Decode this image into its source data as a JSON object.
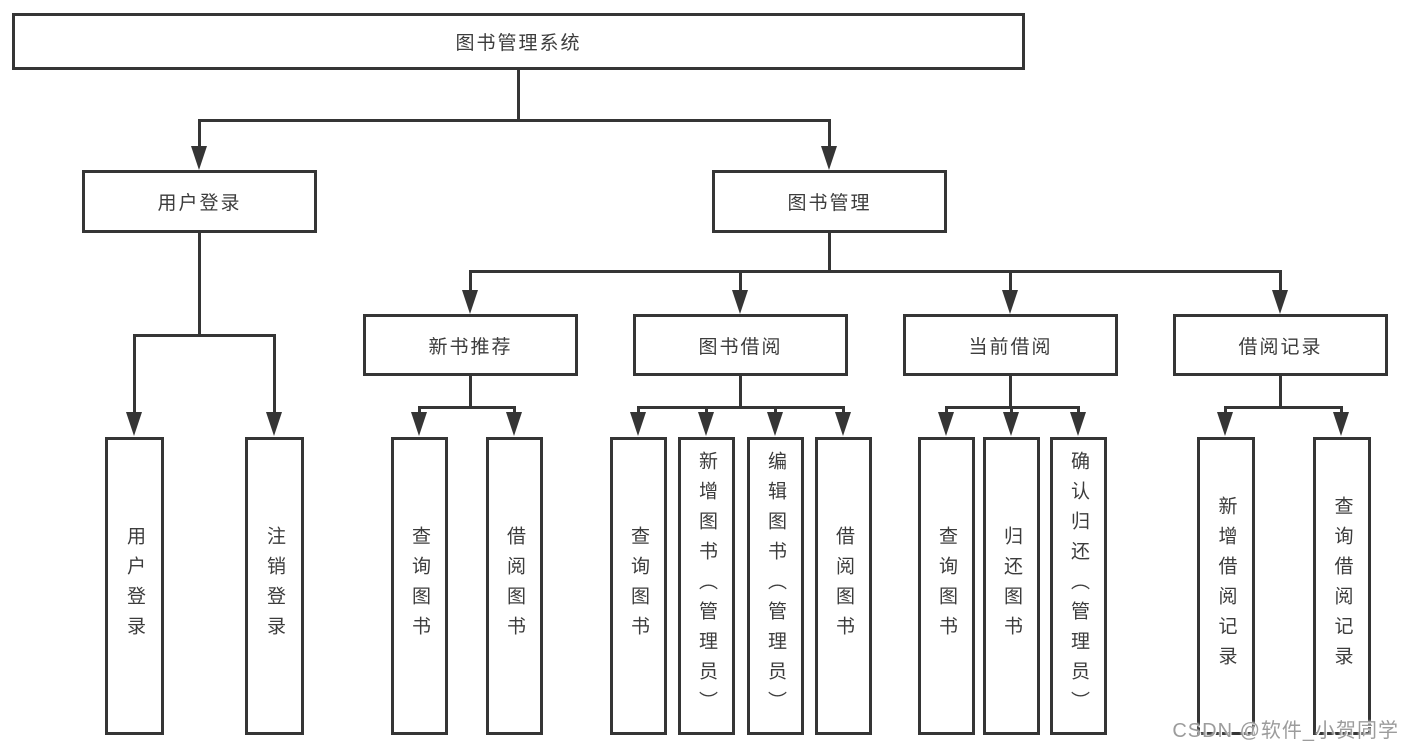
{
  "diagram": {
    "root": {
      "label": "图书管理系统"
    },
    "branches": [
      {
        "label": "用户登录",
        "children": [
          {
            "label": "用户登录"
          },
          {
            "label": "注销登录"
          }
        ]
      },
      {
        "label": "图书管理",
        "children": [
          {
            "label": "新书推荐",
            "children": [
              {
                "label": "查询图书"
              },
              {
                "label": "借阅图书"
              }
            ]
          },
          {
            "label": "图书借阅",
            "children": [
              {
                "label": "查询图书"
              },
              {
                "label": "新增图书（管理员）"
              },
              {
                "label": "编辑图书（管理员）"
              },
              {
                "label": "借阅图书"
              }
            ]
          },
          {
            "label": "当前借阅",
            "children": [
              {
                "label": "查询图书"
              },
              {
                "label": "归还图书"
              },
              {
                "label": "确认归还（管理员）"
              }
            ]
          },
          {
            "label": "借阅记录",
            "children": [
              {
                "label": "新增借阅记录"
              },
              {
                "label": "查询借阅记录"
              }
            ]
          }
        ]
      }
    ]
  },
  "watermark": "CSDN @软件_小贺同学",
  "colors": {
    "line": "#353535",
    "text": "#3c3c3c",
    "watermark": "#9c9c9c",
    "background": "#ffffff"
  }
}
